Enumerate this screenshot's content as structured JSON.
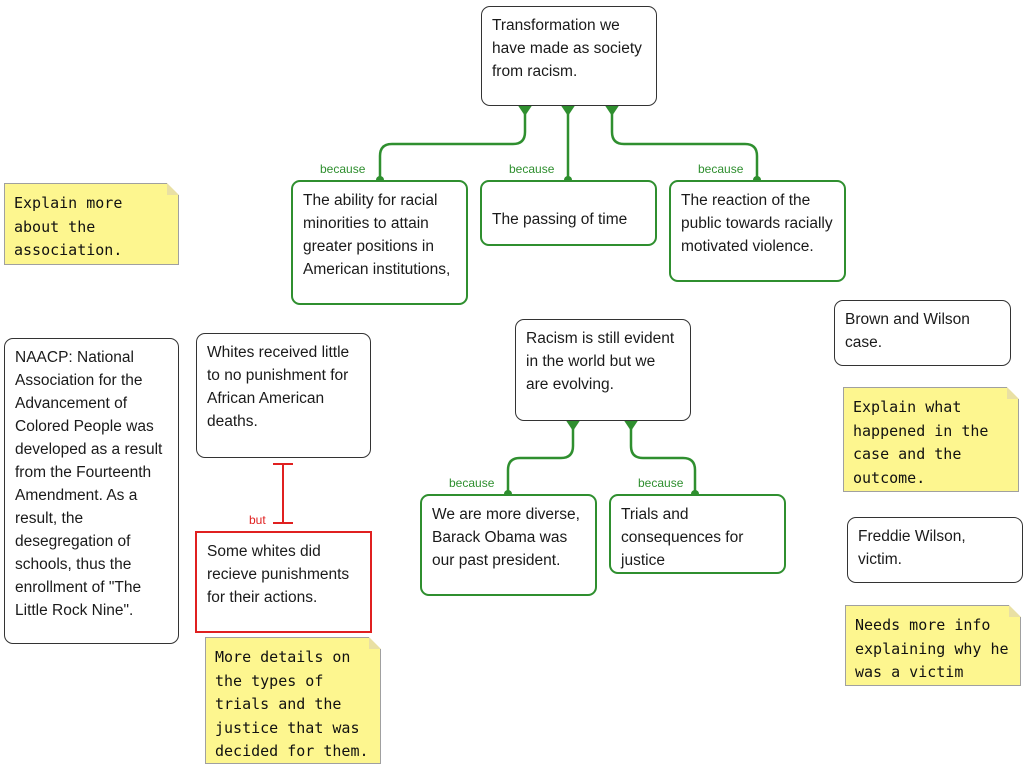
{
  "map": {
    "root": "Transformation we have made as society from racism.",
    "top_children": [
      "The ability for racial minorities to attain greater positions in American institutions,",
      "The passing of time",
      "The reaction of the public towards racially motivated violence."
    ],
    "mid": "Racism is still evident in the world but we are evolving.",
    "mid_children": [
      "We are more diverse, Barack Obama was our past president.",
      "Trials and consequences for justice"
    ],
    "link_label": "because",
    "but_label": "but",
    "naacp": "NAACP: National Association for the Advancement of Colored People was developed as a result from the Fourteenth Amendment. As a result, the desegregation of schools, thus the enrollment of \"The Little Rock Nine\".",
    "whites": "Whites received little to no punishment for African American deaths.",
    "some_whites": "Some whites did recieve punishments for their actions.",
    "brown": "Brown and Wilson case.",
    "freddie": "Freddie Wilson, victim."
  },
  "notes": {
    "association": "Explain more about the association.",
    "happened": "Explain what happened in the case and the outcome.",
    "details": "More details on the types of trials and the justice that was decided for them.",
    "needs_info": "Needs more info explaining why he was a victim"
  },
  "colors": {
    "link": "#2f8f2f",
    "contrast": "#e02020",
    "note": "#fdf68f"
  }
}
